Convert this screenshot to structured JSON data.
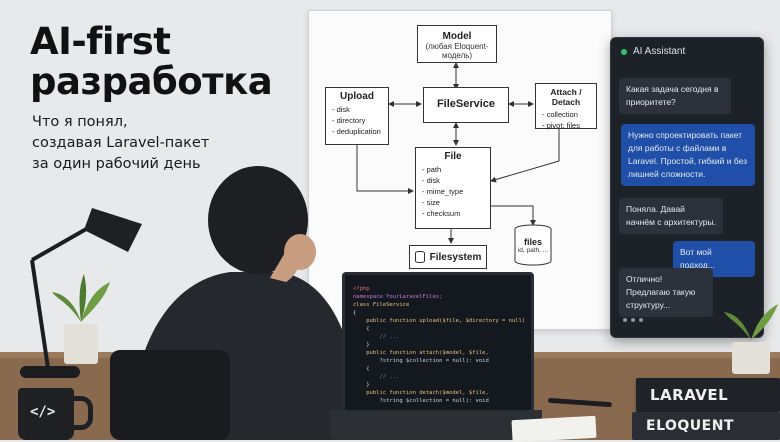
{
  "headline": {
    "line1": "AI-first",
    "line2": "разработка",
    "sub_line1": "Что я понял,",
    "sub_line2": "создавая Laravel-пакет",
    "sub_line3": "за один рабочий день"
  },
  "diagram": {
    "model": {
      "title": "Model",
      "subtitle": "(любая Eloquent-модель)"
    },
    "upload": {
      "title": "Upload",
      "items": [
        "disk",
        "directory",
        "deduplication"
      ]
    },
    "fileservice": {
      "title": "FileService"
    },
    "attach": {
      "title": "Attach / Detach",
      "items": [
        "collection",
        "pivot: files"
      ]
    },
    "file": {
      "title": "File",
      "items": [
        "path",
        "disk",
        "mime_type",
        "size",
        "checksum"
      ]
    },
    "filesystem": {
      "title": "Filesystem"
    },
    "files_db": {
      "title": "files",
      "subtitle": "id, path, ..."
    }
  },
  "chat": {
    "title": "AI Assistant",
    "messages": [
      {
        "role": "bot",
        "text": "Какая задача сегодня в приоритете?"
      },
      {
        "role": "user",
        "text": "Нужно спроектировать пакет для работы с файлами в Laravel. Простой, гибкий и без лишней сложности."
      },
      {
        "role": "bot",
        "text": "Поняла. Давай начнём с архитектуры."
      },
      {
        "role": "user",
        "text": "Вот мой подход..."
      },
      {
        "role": "bot",
        "text": "Отлично! Предлагаю такую структуру..."
      }
    ]
  },
  "code": {
    "lines": [
      "<?php",
      "namespace YourLaravelFiles;",
      "",
      "class FileService",
      "{",
      "    public function upload($file, $directory = null)",
      "    {",
      "        // ...",
      "    }",
      "",
      "    public function attach($model, $file,",
      "        ?string $collection = null): void",
      "    {",
      "        // ...",
      "    }",
      "",
      "    public function detach($model, $file,",
      "        ?string $collection = null): void"
    ]
  },
  "books": {
    "top": "LARAVEL",
    "bottom": "ELOQUENT"
  },
  "mug": {
    "glyph": "</>"
  },
  "icons": {
    "status": "online-dot-icon",
    "database": "database-icon",
    "typing": "typing-indicator-icon"
  },
  "colors": {
    "chat_bg": "#1d2229",
    "user_bubble": "#1f4fa8",
    "bot_bubble": "#2b323b",
    "status_green": "#33c46a"
  }
}
